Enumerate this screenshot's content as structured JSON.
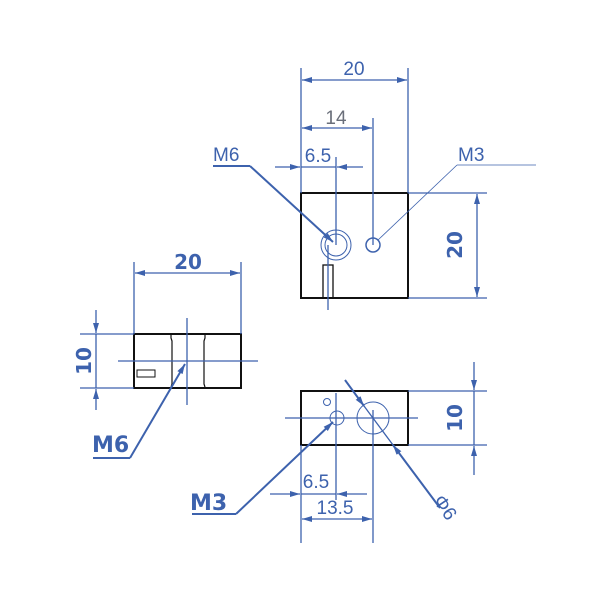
{
  "top_view": {
    "width_dim": "20",
    "hole2_offset_dim": "14",
    "hole1_offset_dim": "6.5",
    "height_dim": "20",
    "thread_large_label": "M6",
    "thread_small_label": "M3"
  },
  "side_view": {
    "width_dim": "20",
    "height_dim": "10",
    "thread_label": "M6"
  },
  "bottom_view": {
    "height_dim": "10",
    "hole1_offset_dim": "6.5",
    "hole2_offset_dim": "13.5",
    "thread_label": "M3",
    "diameter_label": "Φ6"
  },
  "colors": {
    "dimension": "#3d62ad",
    "outline": "#111111"
  }
}
